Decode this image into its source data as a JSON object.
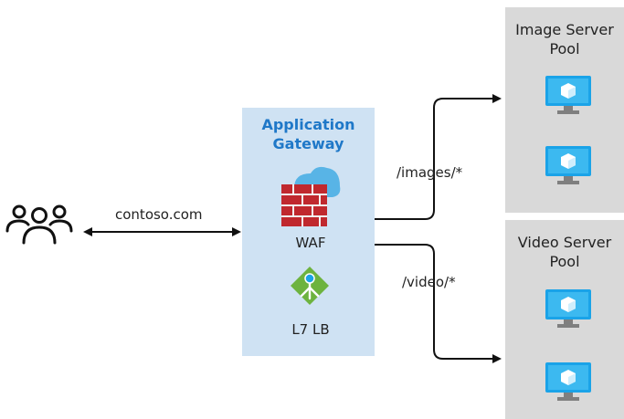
{
  "gateway": {
    "title_line1": "Application",
    "title_line2": "Gateway",
    "waf_label": "WAF",
    "lb_label": "L7 LB"
  },
  "client": {
    "domain_label": "contoso.com",
    "icon": "users-icon"
  },
  "routes": {
    "images_path": "/images/*",
    "video_path": "/video/*"
  },
  "pools": {
    "image_pool": {
      "title_line1": "Image Server",
      "title_line2": "Pool"
    },
    "video_pool": {
      "title_line1": "Video Server",
      "title_line2": "Pool"
    }
  },
  "colors": {
    "gateway_bg": "#cfe2f3",
    "gateway_title": "#1f78c8",
    "pool_bg": "#d9d9d9",
    "vm_blue": "#1aa3e8",
    "firewall_red": "#c0282e",
    "lb_green": "#6db33f"
  }
}
